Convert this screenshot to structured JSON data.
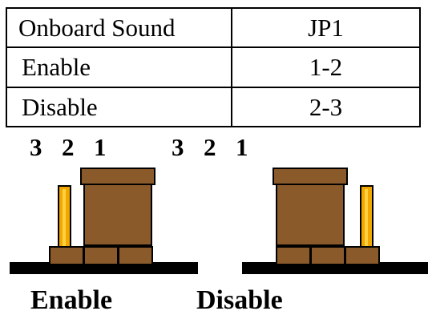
{
  "table": {
    "header": [
      "Onboard Sound",
      "JP1"
    ],
    "rows": [
      [
        "Enable",
        "1-2"
      ],
      [
        "Disable",
        "2-3"
      ]
    ]
  },
  "diagrams": [
    {
      "pins": [
        "3",
        "2",
        "1"
      ],
      "caption": "Enable"
    },
    {
      "pins": [
        "3",
        "2",
        "1"
      ],
      "caption": "Disable"
    }
  ],
  "colors": {
    "jumper": "#8b5a2b",
    "pin": "#f0a800",
    "board": "#000000"
  }
}
